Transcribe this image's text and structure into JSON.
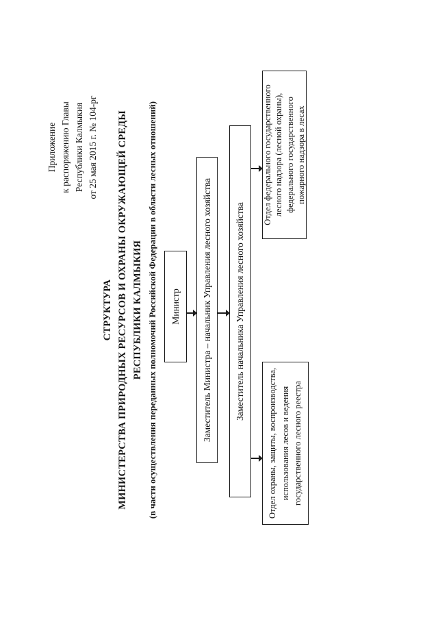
{
  "document": {
    "colors": {
      "background": "#ffffff",
      "ink": "#161616",
      "box_border": "#1c1c1c"
    },
    "annotation": {
      "lines": [
        "Приложение",
        "к распоряжению Главы",
        "Республики Калмыкия",
        "от 25 мая 2015 г. № 104-рг"
      ]
    },
    "title": {
      "heading": "СТРУКТУРА",
      "line2": "МИНИСТЕРСТВА ПРИРОДНЫХ РЕСУРСОВ И ОХРАНЫ ОКРУЖАЮЩЕЙ СРЕДЫ",
      "line3": "РЕСПУБЛИКИ КАЛМЫКИЯ",
      "subtitle": "(в части осуществления переданных полномочий Российской Федерации в области лесных отношений)"
    },
    "org_chart": {
      "minister": {
        "label": "Министр"
      },
      "deputy_minister": {
        "label": "Заместитель Министра – начальник Управления лесного хозяйства"
      },
      "deputy_head": {
        "label": "Заместитель начальника Управления лесного хозяйства"
      },
      "dept_protection": {
        "lines": [
          "Отдел охраны, защиты, воспроизводства,",
          "использования лесов и ведения",
          "государственного лесного реестра"
        ]
      },
      "dept_federal_control": {
        "lines": [
          "Отдел федерального государственного",
          "лесного надзора (лесной охраны),",
          "федерального государственного",
          "пожарного надзора в лесах"
        ]
      }
    }
  }
}
